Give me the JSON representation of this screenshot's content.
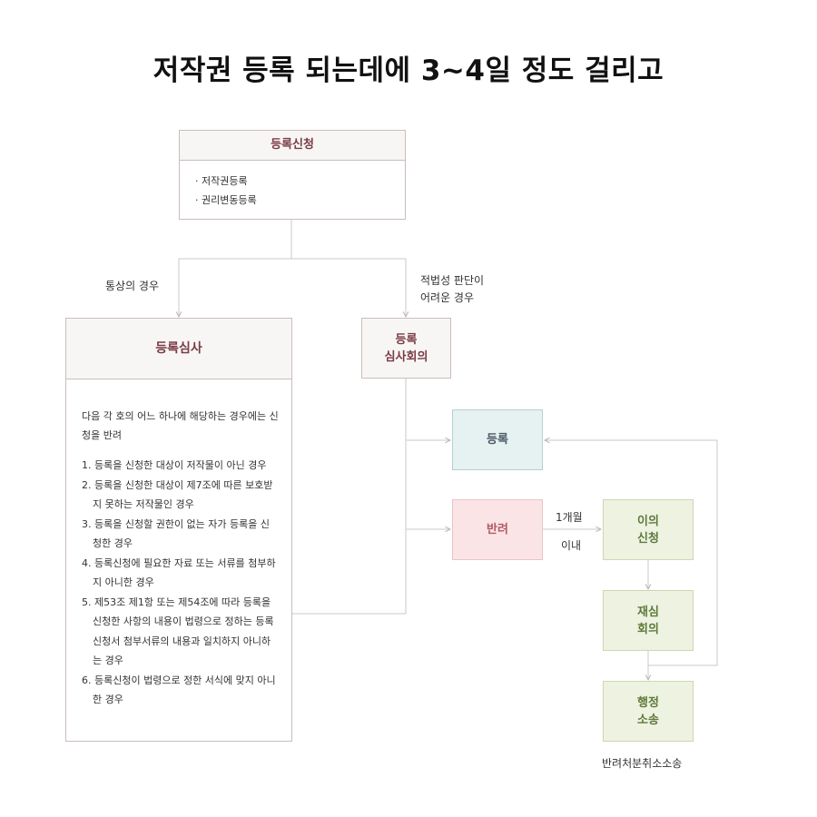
{
  "title": "저작권 등록 되는데에 3~4일 정도 걸리고",
  "application": {
    "header": "등록신청",
    "items": [
      "· 저작권등록",
      "· 권리변동등록"
    ]
  },
  "branches": {
    "normal": "통상의 경우",
    "difficult": "적법성 판단이\n어려운 경우"
  },
  "review": {
    "header": "등록심사",
    "intro": "다음 각 호의 어느 하나에 해당하는 경우에는 신청을 반려",
    "reasons": [
      "1. 등록을 신청한 대상이 저작물이 아닌 경우",
      "2. 등록을 신청한 대상이 제7조에 따른 보호받지 못하는 저작물인 경우",
      "3. 등록을 신청할 권한이 없는 자가 등록을 신청한 경우",
      "4. 등록신청에 필요한 자료 또는 서류를 첨부하지 아니한 경우",
      "5. 제53조 제1항 또는 제54조에 따라 등록을 신청한 사항의 내용이 법령으로 정하는 등록신청서 첨부서류의 내용과 일치하지 아니하는 경우",
      "6. 등록신청이 법령으로 정한 서식에 맞지 아니한 경우"
    ]
  },
  "committee": "등록\n심사회의",
  "register": "등록",
  "reject": "반려",
  "deadline": {
    "period": "1개월",
    "within": "이내"
  },
  "objection": "이의\n신청",
  "reexam": "재심\n회의",
  "lawsuit": "행정\n소송",
  "lawsuit_caption": "반려처분취소소송",
  "colors": {
    "accent_text": "#7a3b45",
    "register_bg": "#e6f1f1",
    "reject_bg": "#fbe4e6",
    "green_bg": "#eef2e1",
    "line": "#c8c8c8"
  }
}
